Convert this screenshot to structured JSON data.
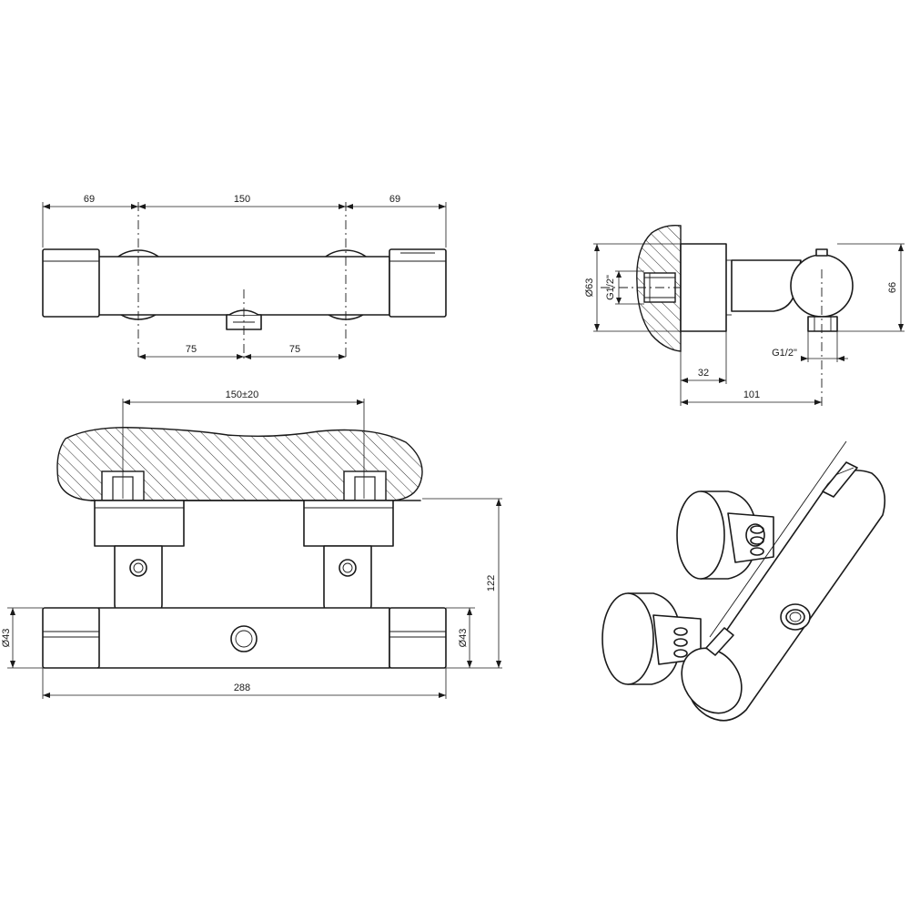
{
  "views": {
    "front_top": {
      "dims": {
        "left": "69",
        "center": "150",
        "right": "69",
        "half_left": "75",
        "half_right": "75"
      }
    },
    "side": {
      "dims": {
        "diameter": "Ø63",
        "thread_top": "G1/2\"",
        "height": "66",
        "thread_bottom": "G1/2\"",
        "depth_plate": "32",
        "depth_total": "101"
      }
    },
    "front_install": {
      "dims": {
        "centers": "150±20",
        "height": "122",
        "diameter_left": "Ø43",
        "diameter_right": "Ø43",
        "length": "288"
      }
    },
    "isometric": {}
  }
}
